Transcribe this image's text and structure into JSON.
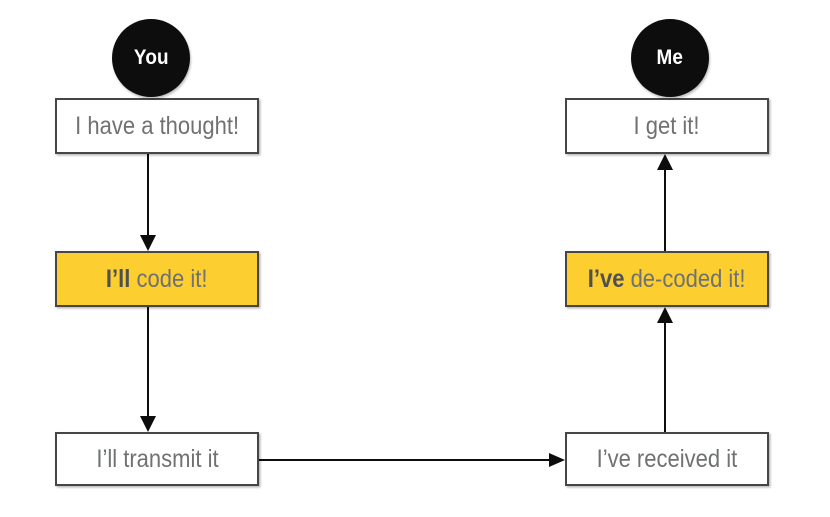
{
  "actors": {
    "you": "You",
    "me": "Me"
  },
  "boxes": {
    "thought": {
      "text": "I have a thought!"
    },
    "code": {
      "bold": "I’ll",
      "rest": " code it!"
    },
    "transmit": {
      "text": "I’ll transmit it"
    },
    "get": {
      "text": "I get it!"
    },
    "decode": {
      "bold": "I’ve",
      "rest": " de-coded it!"
    },
    "receive": {
      "text": "I’ve received it"
    }
  },
  "arrows": [
    {
      "from": "thought",
      "to": "code",
      "direction": "down"
    },
    {
      "from": "code",
      "to": "transmit",
      "direction": "down"
    },
    {
      "from": "transmit",
      "to": "receive",
      "direction": "right"
    },
    {
      "from": "receive",
      "to": "decode",
      "direction": "up"
    },
    {
      "from": "decode",
      "to": "get",
      "direction": "up"
    }
  ],
  "colors": {
    "highlight": "#fdce2f",
    "border_color": "#464646",
    "text": "#6f7173",
    "text_bold": "#4f5052",
    "ink": "#0d0d0d"
  }
}
